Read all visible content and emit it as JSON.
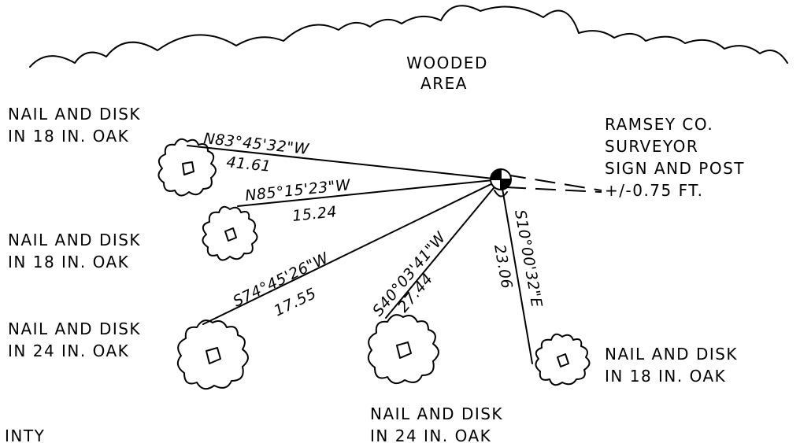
{
  "wooded_area": {
    "line1": "WOODED",
    "line2": "AREA"
  },
  "monument": {
    "line1": "RAMSEY CO.",
    "line2": "SURVEYOR",
    "line3": "SIGN AND POST",
    "line4": "+/-0.75 FT."
  },
  "ties": [
    {
      "bearing": "N83°45'32\"W",
      "distance": "41.61",
      "label1": "NAIL AND DISK",
      "label2": "IN 18 IN. OAK"
    },
    {
      "bearing": "N85°15'23\"W",
      "distance": "15.24",
      "label1": "NAIL AND DISK",
      "label2": "IN 18 IN. OAK"
    },
    {
      "bearing": "S74°45'26\"W",
      "distance": "17.55",
      "label1": "NAIL AND DISK",
      "label2": "IN 24 IN. OAK"
    },
    {
      "bearing": "S40°03'41\"W",
      "distance": "27.44",
      "label1": "NAIL AND DISK",
      "label2": "IN 24 IN. OAK"
    },
    {
      "bearing": "S10°00'32\"E",
      "distance": "23.06",
      "label1": "NAIL AND DISK",
      "label2": "IN 18 IN. OAK"
    }
  ],
  "cut_text": "INTY"
}
